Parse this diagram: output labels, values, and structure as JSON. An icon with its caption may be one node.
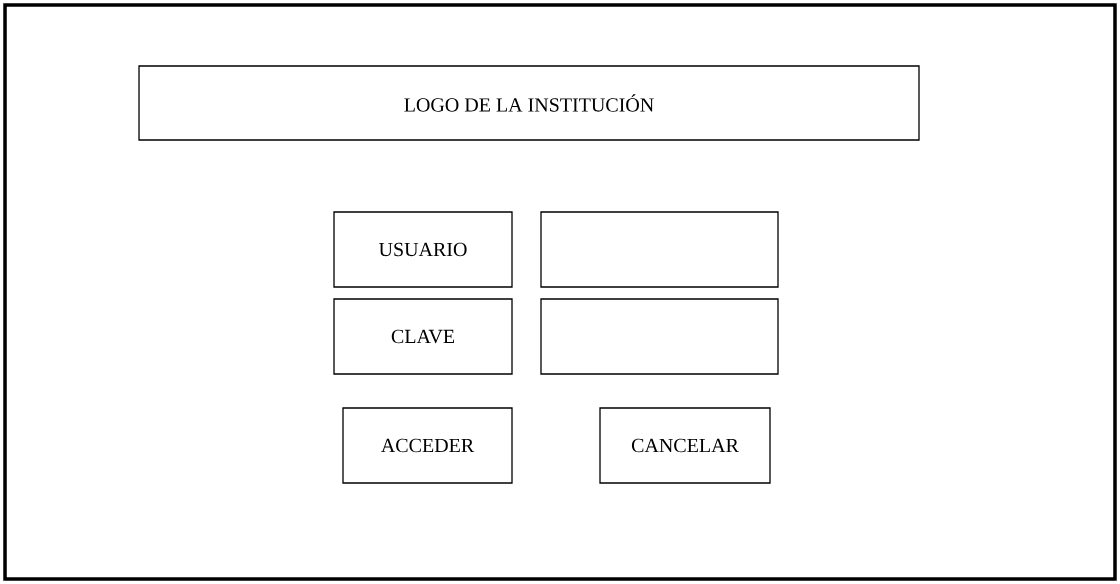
{
  "diagram": {
    "nodes": [
      {
        "text": [],
        "shape": "box"
      },
      {
        "text": [
          "LOGO DE LA INSTITUCIÓN"
        ],
        "in": 0
      },
      {
        "text": [
          "USUARIO"
        ],
        "in": 0
      },
      {
        "text": [],
        "shape": "box",
        "in": 0
      },
      {
        "text": [
          "CLAVE"
        ],
        "in": 0
      },
      {
        "text": [],
        "shape": "box",
        "in": 0
      },
      {
        "text": [
          "ACCEDER"
        ],
        "in": 0
      },
      {
        "text": [
          "CANCELAR"
        ],
        "in": 0
      }
    ]
  }
}
